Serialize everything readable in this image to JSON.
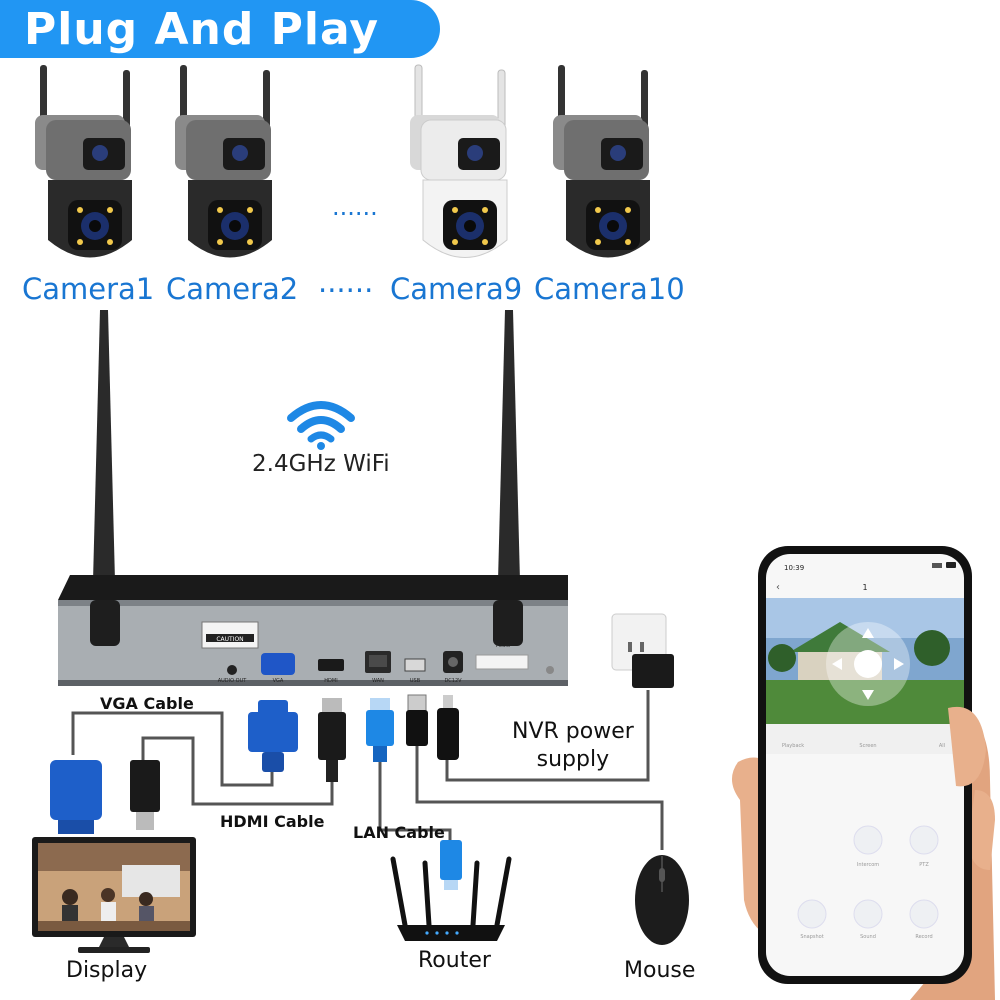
{
  "banner": {
    "title": "Plug And Play"
  },
  "cameras": [
    {
      "label": "Camera1"
    },
    {
      "label": "Camera2"
    },
    {
      "label": "Camera9"
    },
    {
      "label": "Camera10"
    }
  ],
  "ellipsis": "......",
  "wifi": {
    "label": "2.4GHz WiFi"
  },
  "nvr": {
    "caution": "CAUTION",
    "ports": [
      "AUDIO OUT",
      "VGA",
      "HDMI",
      "WAN",
      "USB",
      "DC12V"
    ],
    "power_tag": "Power"
  },
  "cables": {
    "vga": "VGA Cable",
    "hdmi": "HDMI Cable",
    "lan": "LAN Cable"
  },
  "power_supply": {
    "line1": "NVR power",
    "line2": "supply"
  },
  "devices": {
    "display": "Display",
    "router": "Router",
    "mouse": "Mouse"
  },
  "phone": {
    "time": "10:39",
    "channel": "1",
    "tabs": [
      "Playback",
      "Screen",
      "All"
    ],
    "controls": [
      "Intercom",
      "PTZ",
      "Snapshot",
      "Sound",
      "Record"
    ]
  },
  "colors": {
    "banner": "#2196f3",
    "camera_label": "#1976d2",
    "wifi": "#1e88e5",
    "cable": "#555555",
    "vga_connector": "#1e5fc9",
    "lan_connector": "#1e88e5"
  }
}
